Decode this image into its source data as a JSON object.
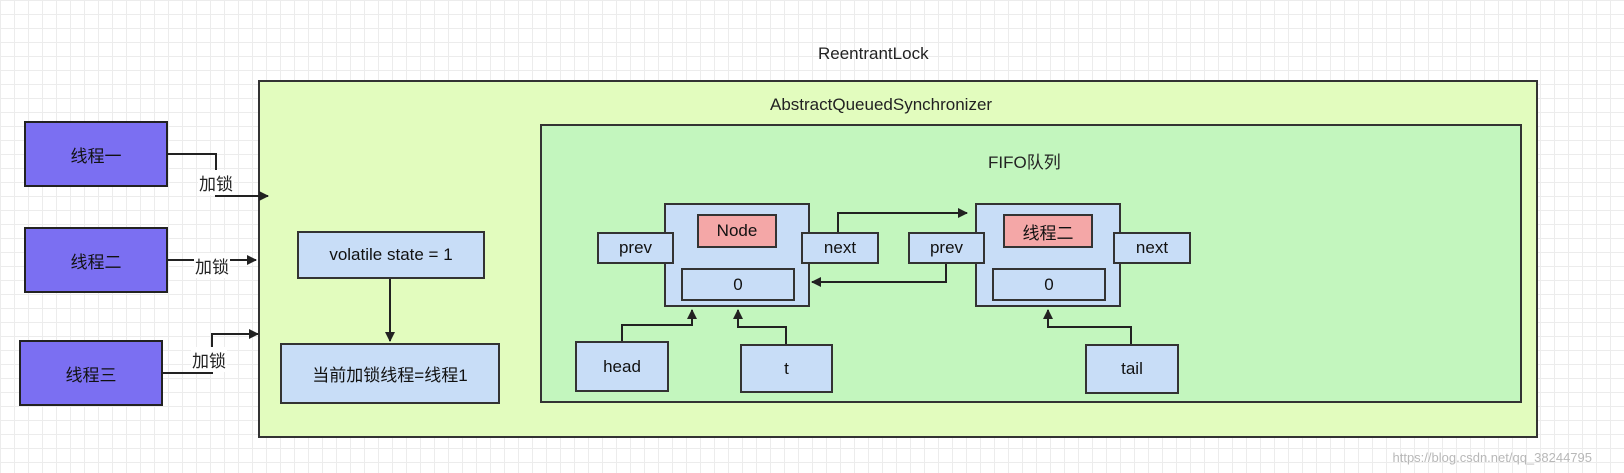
{
  "title": "ReentrantLock",
  "aqs": {
    "title": "AbstractQueuedSynchronizer"
  },
  "fifo": {
    "title": "FIFO队列"
  },
  "threads": [
    "线程一",
    "线程二",
    "线程三"
  ],
  "lock_label": "加锁",
  "state_box": "volatile state = 1",
  "owner_box": "当前加锁线程=线程1",
  "node1": {
    "name": "Node",
    "value": "0",
    "prev": "prev",
    "next": "next"
  },
  "node2": {
    "name": "线程二",
    "value": "0",
    "prev": "prev",
    "next": "next"
  },
  "pointers": {
    "head": "head",
    "t": "t",
    "tail": "tail"
  },
  "watermark": "https://blog.csdn.net/qq_38244795",
  "colors": {
    "outer_fill": "#e2fcbe",
    "fifo_fill": "#c3f6be",
    "thread_fill": "#7b6ff2",
    "box_fill": "#c8ddf7",
    "name_fill": "#f4a7a7"
  }
}
